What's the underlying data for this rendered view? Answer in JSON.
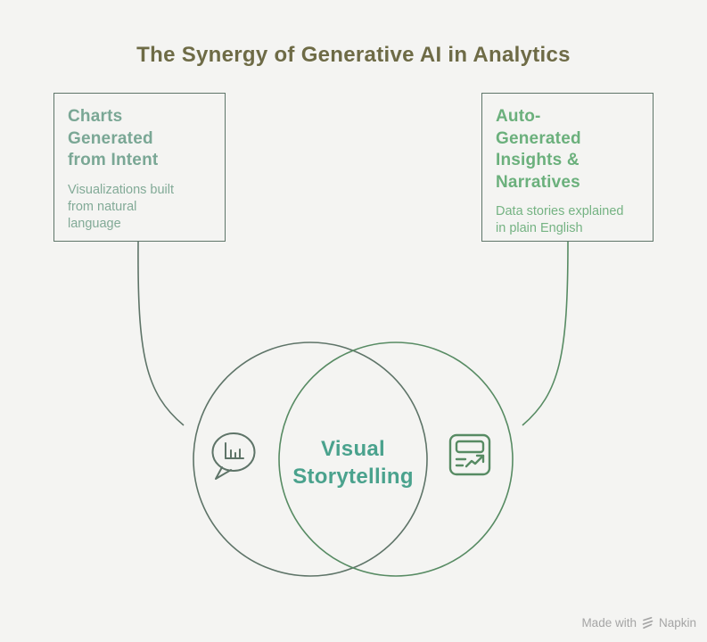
{
  "page": {
    "background_color": "#f4f4f2"
  },
  "title": {
    "text": "The Synergy of Generative AI in Analytics",
    "color": "#6e6b46"
  },
  "boxes": {
    "left": {
      "heading": "Charts\nGenerated\nfrom Intent",
      "body": "Visualizations built\nfrom natural\nlanguage",
      "heading_color": "#7aa795",
      "body_color": "#82aa97",
      "border_color": "#5e7569"
    },
    "right": {
      "heading": "Auto-\nGenerated\nInsights &\nNarratives",
      "body": "Data stories explained\nin plain English",
      "heading_color": "#6bb07c",
      "body_color": "#75b383",
      "border_color": "#5e7569"
    }
  },
  "venn": {
    "center_label": "Visual\nStorytelling",
    "center_label_color": "#4aa28d",
    "left_circle_color": "#5e7468",
    "right_circle_color": "#578b63",
    "left_connector_color": "#5e7468",
    "right_connector_color": "#578b63",
    "left_icon": "speech-bubble-bar-chart",
    "right_icon": "report-trend-arrow"
  },
  "footer": {
    "made_with": "Made with",
    "brand": "Napkin",
    "color": "#a5a5a5"
  }
}
